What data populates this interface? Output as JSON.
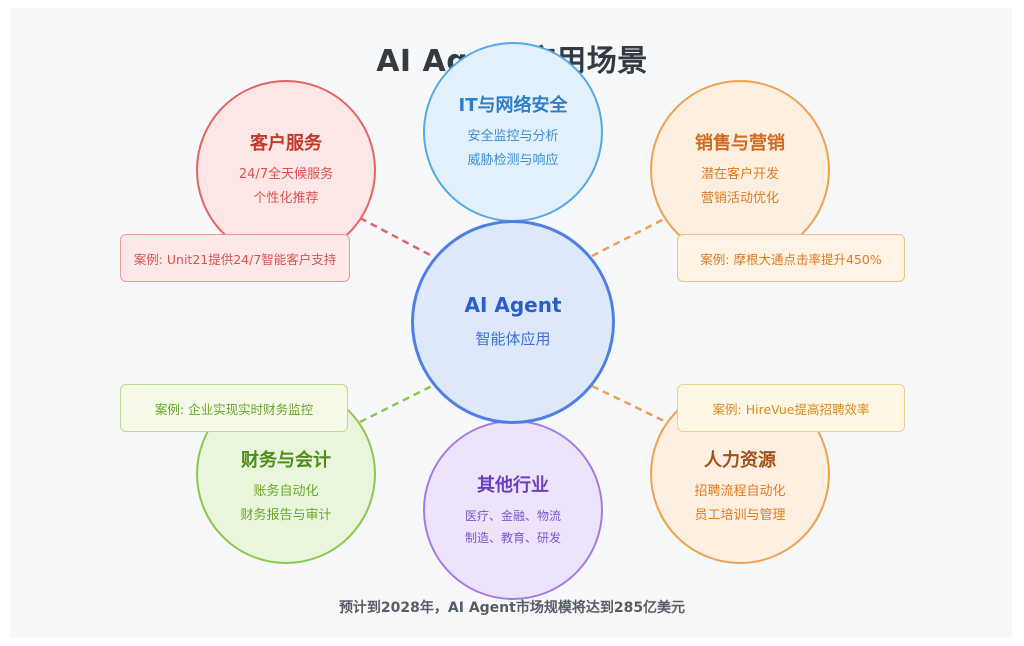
{
  "title": "AI Agent应用场景",
  "center": {
    "title": "AI Agent",
    "subtitle": "智能体应用"
  },
  "nodes": {
    "customer_service": {
      "title": "客户服务",
      "lines": [
        "24/7全天候服务",
        "个性化推荐"
      ],
      "case": "案例: Unit21提供24/7智能客户支持"
    },
    "it_security": {
      "title": "IT与网络安全",
      "lines": [
        "安全监控与分析",
        "威胁检测与响应"
      ]
    },
    "sales": {
      "title": "销售与营销",
      "lines": [
        "潜在客户开发",
        "营销活动优化"
      ],
      "case": "案例: 摩根大通点击率提升450%"
    },
    "finance": {
      "title": "财务与会计",
      "lines": [
        "账务自动化",
        "财务报告与审计"
      ],
      "case": "案例: 企业实现实时财务监控"
    },
    "other": {
      "title": "其他行业",
      "lines": [
        "医疗、金融、物流",
        "制造、教育、研发"
      ]
    },
    "hr": {
      "title": "人力资源",
      "lines": [
        "招聘流程自动化",
        "员工培训与管理"
      ],
      "case": "案例: HireVue提高招聘效率"
    }
  },
  "footer": "预计到2028年，AI Agent市场规模将达到285亿美元",
  "colors": {
    "customer_service": "#e36464",
    "it_security": "#55a8e6",
    "sales": "#f0a050",
    "center": "#4d7fe6",
    "finance": "#8cc84b",
    "other": "#a47be6",
    "hr": "#f0a050"
  }
}
